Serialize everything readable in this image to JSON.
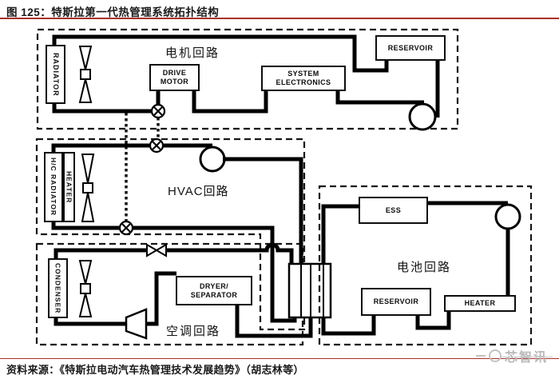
{
  "header": {
    "figure_title": "图 125：特斯拉第一代热管理系统拓扑结构"
  },
  "footer": {
    "source_text": "资料来源：《特斯拉电动汽车热管理技术发展趋势》（胡志林等）",
    "watermark_text": "芯智讯"
  },
  "colors": {
    "accent_red": "#a93226",
    "diagram_line": "#000000",
    "watermark_gray": "#b9b9b9"
  },
  "diagram": {
    "loops": {
      "motor": {
        "label": "电机回路"
      },
      "hvac": {
        "label": "HVAC回路"
      },
      "ac": {
        "label": "空调回路"
      },
      "battery": {
        "label": "电池回路"
      }
    },
    "components": {
      "radiator": {
        "label": "RADIATOR"
      },
      "drive_motor": {
        "line1": "DRIVE",
        "line2": "MOTOR"
      },
      "system_electronics": {
        "line1": "SYSTEM",
        "line2": "ELECTRONICS"
      },
      "motor_reservoir": {
        "label": "RESERVOIR"
      },
      "hc_radiator": {
        "label": "H/C RADIATOR"
      },
      "hvac_heater": {
        "label": "HEATER"
      },
      "condenser": {
        "label": "CONDENSER"
      },
      "dryer_separator": {
        "line1": "DRYER/",
        "line2": "SEPARATOR"
      },
      "ess": {
        "label": "ESS"
      },
      "battery_reservoir": {
        "label": "RESERVOIR"
      },
      "battery_heater": {
        "label": "HEATER"
      }
    }
  }
}
